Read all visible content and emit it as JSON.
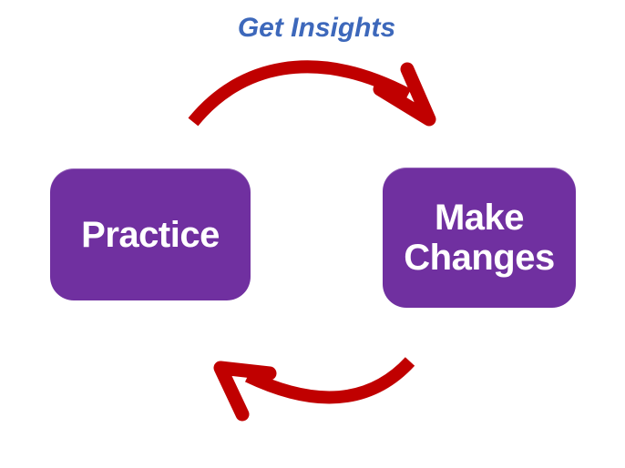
{
  "diagram": {
    "title": "Get Insights",
    "title_color": "#3D68BB",
    "background": "#FFFFFF",
    "node_fill": "#7030A0",
    "node_text_color": "#FFFFFF",
    "arrow_color": "#C00000",
    "nodes": [
      {
        "id": "practice",
        "label": "Practice"
      },
      {
        "id": "make-changes",
        "label": "Make Changes"
      }
    ],
    "arrows": [
      {
        "name": "top-arrow",
        "from": "Practice",
        "to": "Make Changes",
        "direction": "left-to-right",
        "label": "Get Insights"
      },
      {
        "name": "bottom-arrow",
        "from": "Make Changes",
        "to": "Practice",
        "direction": "right-to-left",
        "label": ""
      }
    ]
  }
}
